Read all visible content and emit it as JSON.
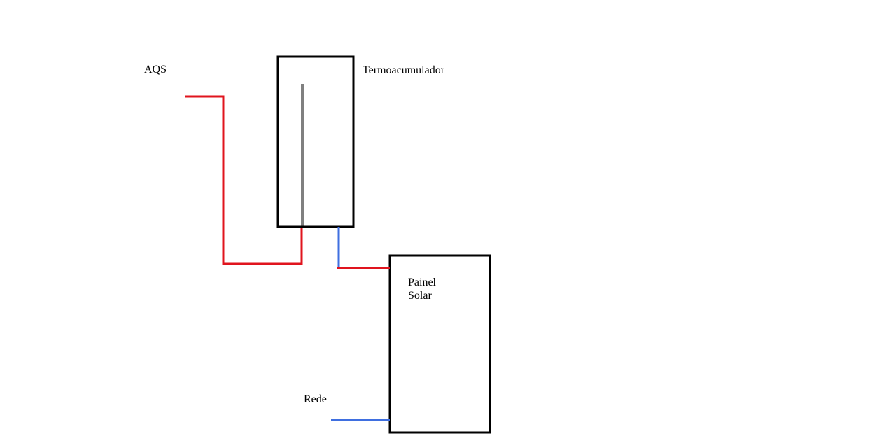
{
  "diagram": {
    "labels": {
      "aqs": "AQS",
      "termoacumulador": "Termoacumulador",
      "painel_line1": "Painel",
      "painel_line2": "Solar",
      "rede": "Rede"
    },
    "colors": {
      "hot_pipe": "#e0141e",
      "cold_pipe": "#3f6fe0",
      "outline": "#000000",
      "background": "#ffffff"
    }
  }
}
